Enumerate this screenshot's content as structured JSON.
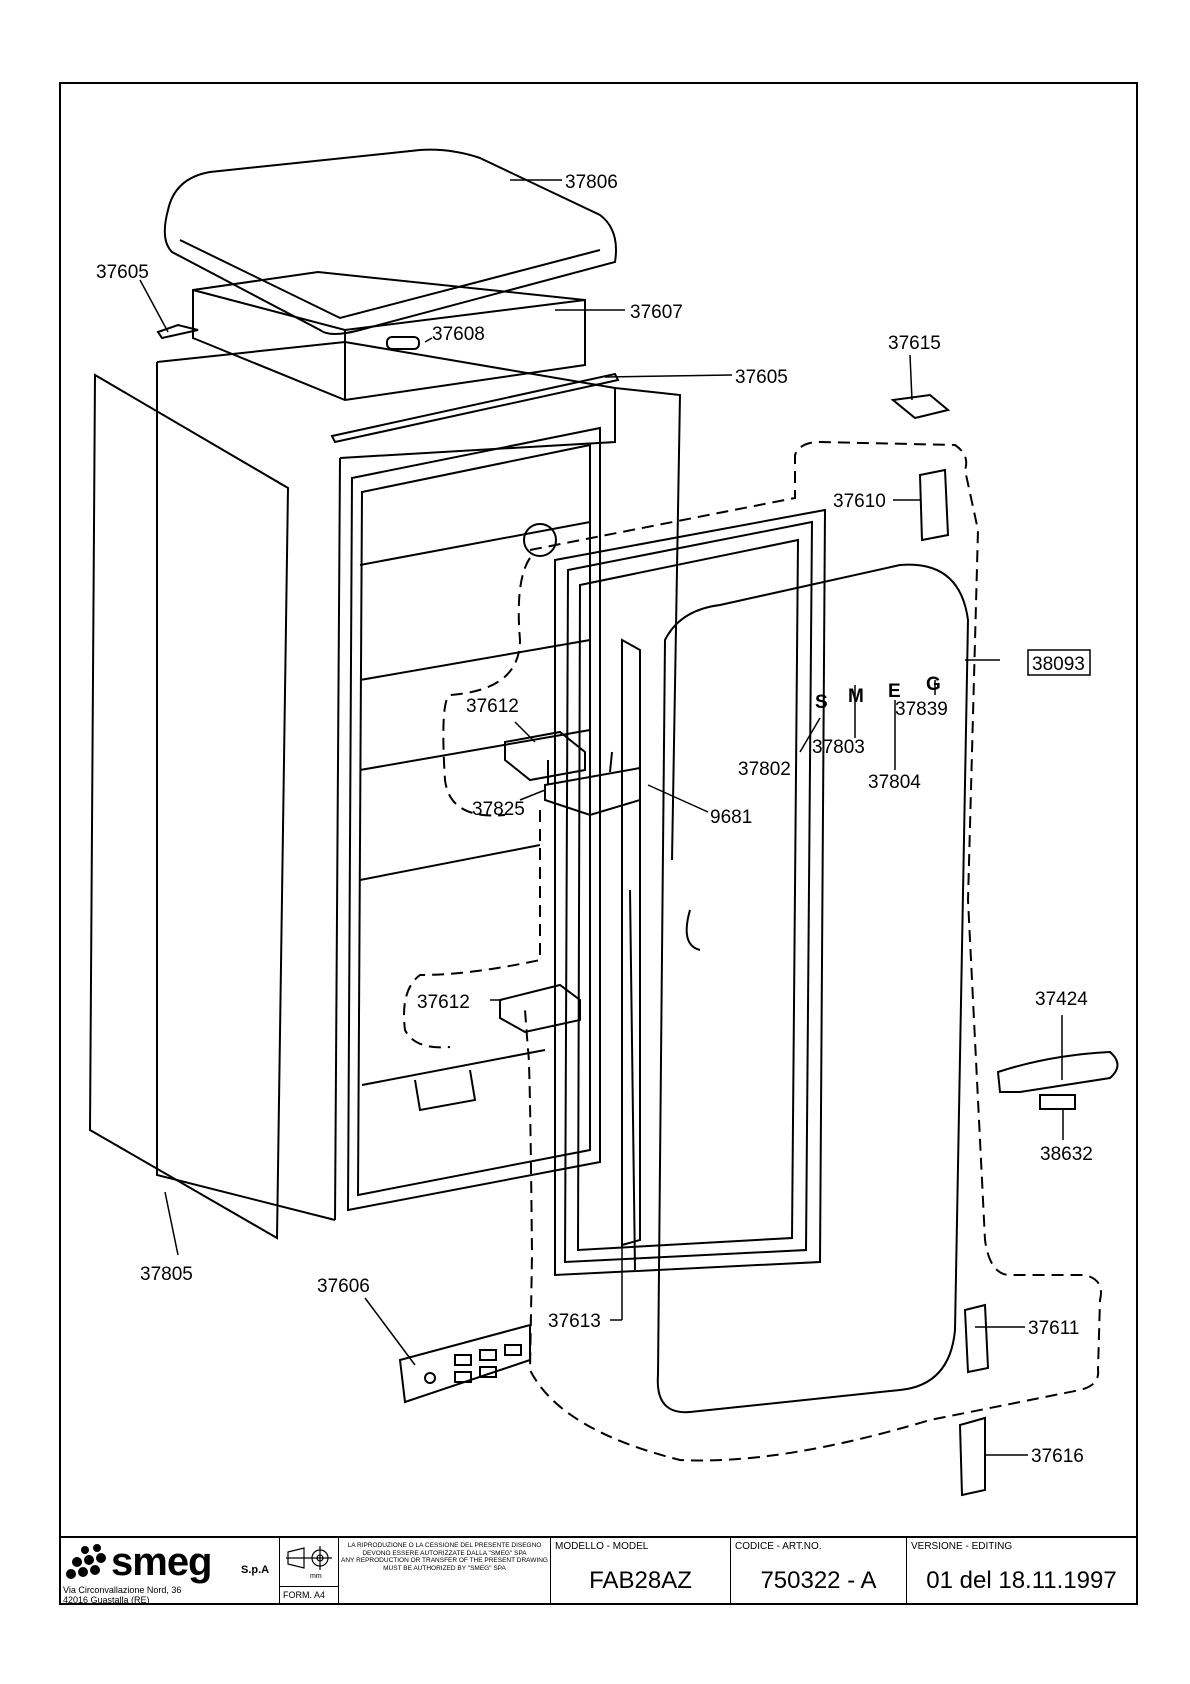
{
  "parts": {
    "p37806": "37806",
    "p37605_left": "37605",
    "p37607": "37607",
    "p37608": "37608",
    "p37605_right": "37605",
    "p37615": "37615",
    "p37610": "37610",
    "p38093": "38093",
    "p37612_top": "37612",
    "p37839": "37839",
    "p37803": "37803",
    "p37802": "37802",
    "p37804": "37804",
    "p37825": "37825",
    "p9681": "9681",
    "p37612_bottom": "37612",
    "p37424": "37424",
    "p38632": "38632",
    "p37805": "37805",
    "p37606": "37606",
    "p37613": "37613",
    "p37611": "37611",
    "p37616": "37616"
  },
  "door_letters": [
    "S",
    "M",
    "E",
    "G"
  ],
  "titleblock": {
    "company": "smeg",
    "company_suffix": "S.p.A",
    "address_line1": "Via Circonvallazione Nord, 36",
    "address_line2": "42016  Guastalla (RE)",
    "projection_unit": "mm",
    "form": "FORM. A4",
    "notice_it": "LA RIPRODUZIONE O LA CESSIONE DEL PRESENTE DISEGNO DEVONO ESSERE AUTORIZZATE DALLA \"SMEG\" SPA",
    "notice_en": "ANY REPRODUCTION OR TRANSFER OF THE PRESENT DRAWING MUST BE AUTHORIZED BY \"SMEG\" SPA",
    "model_caption": "MODELLO - MODEL",
    "model_value": "FAB28AZ",
    "code_caption": "CODICE - ART.NO.",
    "code_value": "750322 - A",
    "version_caption": "VERSIONE - EDITING",
    "version_value": "01 del 18.11.1997"
  }
}
